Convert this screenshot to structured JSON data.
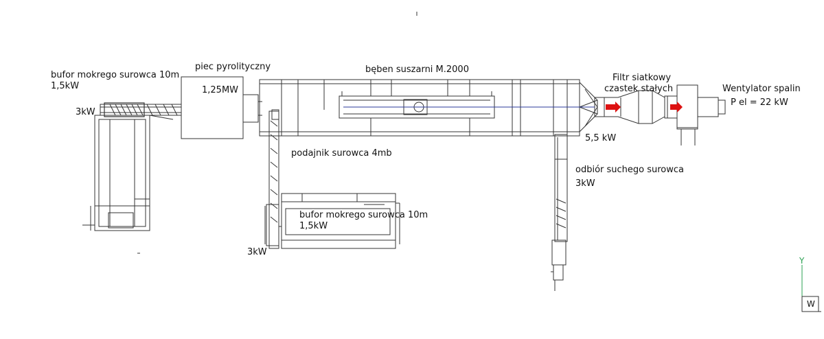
{
  "labels": {
    "buffer_top_name": "bufor mokrego surowca 10m",
    "buffer_top_power": "1,5kW",
    "buffer_top_motor": "3kW",
    "furnace_name": "piec pyrolityczny",
    "furnace_power": "1,25MW",
    "drum_name": "bęben suszarni M.2000",
    "filter_name_line1": "Filtr siatkowy",
    "filter_name_line2": "czastek stałych",
    "fan_name": "Wentylator spalin",
    "fan_power": "P el = 22 kW",
    "drum_motor": "5,5 kW",
    "feeder_name": "podajnik surowca 4mb",
    "dry_outlet_name": "odbiór suchego surowca",
    "dry_outlet_power": "3kW",
    "buffer_bottom_name": "bufor mokrego surowca 10m",
    "buffer_bottom_power": "1,5kW",
    "feeder_motor": "3kW",
    "axis_y": "Y",
    "axis_w": "W"
  },
  "colors": {
    "line": "#333333",
    "axis": "#2aa052",
    "flow_arrow": "#dd1111",
    "shaft": "#2a3a9a"
  }
}
